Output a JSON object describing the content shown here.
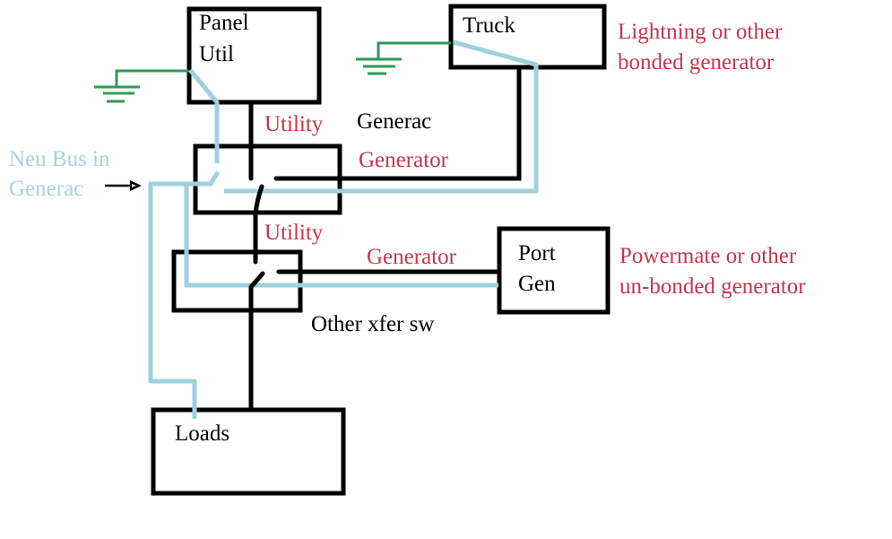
{
  "colors": {
    "box_outline": "#000000",
    "hot_wire": "#000000",
    "neutral_wire": "#9fd0dc",
    "ground_wire": "#2e9a55",
    "label_black": "#000000",
    "label_red": "#c0394b",
    "label_neutral": "#a6d3e0"
  },
  "boxes": {
    "panel": {
      "line1": "Panel",
      "line2": "Util"
    },
    "truck": {
      "label": "Truck"
    },
    "generac_switch": {
      "label": "Generac"
    },
    "other_switch": {
      "label": "Other xfer sw"
    },
    "port_gen": {
      "line1": "Port",
      "line2": "Gen"
    },
    "loads": {
      "label": "Loads"
    }
  },
  "wire_labels": {
    "generac_utility": "Utility",
    "generac_generator": "Generator",
    "other_utility": "Utility",
    "other_generator": "Generator"
  },
  "annotations": {
    "neutral_bus": {
      "line1": "Neu Bus in",
      "line2": "Generac"
    },
    "truck_note": {
      "line1": "Lightning or other",
      "line2": "bonded generator"
    },
    "port_gen_note": {
      "line1": "Powermate or other",
      "line2": "un-bonded generator"
    }
  },
  "icons": {
    "ground_symbols": [
      "ground-icon",
      "ground-icon"
    ],
    "pointer": "arrow-right-icon"
  }
}
